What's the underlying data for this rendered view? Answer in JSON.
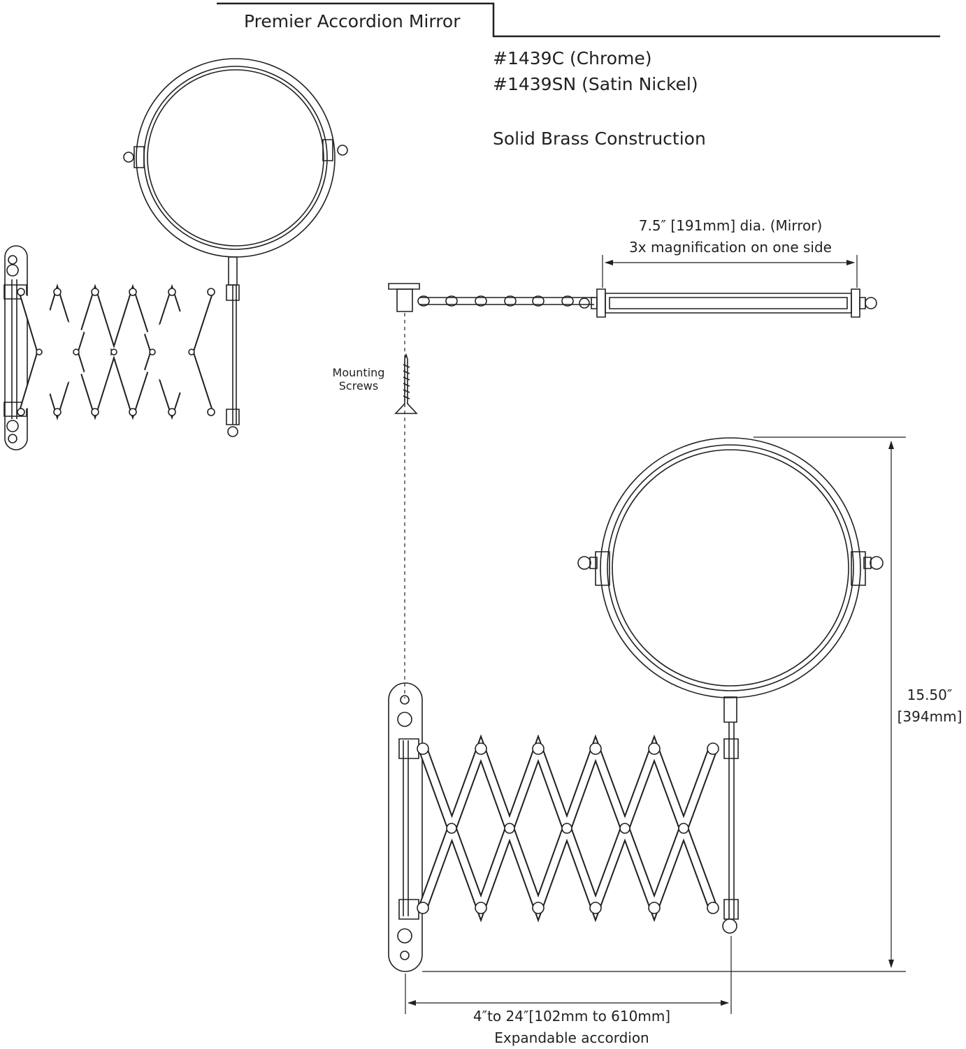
{
  "title": "Premier Accordion Mirror",
  "models": [
    "#1439C (Chrome)",
    "#1439SN (Satin Nickel)"
  ],
  "construction": "Solid Brass Construction",
  "mirror_dim": {
    "line1": "7.5″  [191mm] dia. (Mirror)",
    "line2": "3x magnification on one side"
  },
  "mounting_label": {
    "line1": "Mounting",
    "line2": "Screws"
  },
  "height_dim": {
    "line1": "15.50″",
    "line2": "[394mm]"
  },
  "extension_dim": {
    "line1": "4″to 24″[102mm to 610mm]",
    "line2": "Expandable accordion"
  },
  "colors": {
    "ink": "#231f20",
    "paper": "#ffffff"
  }
}
